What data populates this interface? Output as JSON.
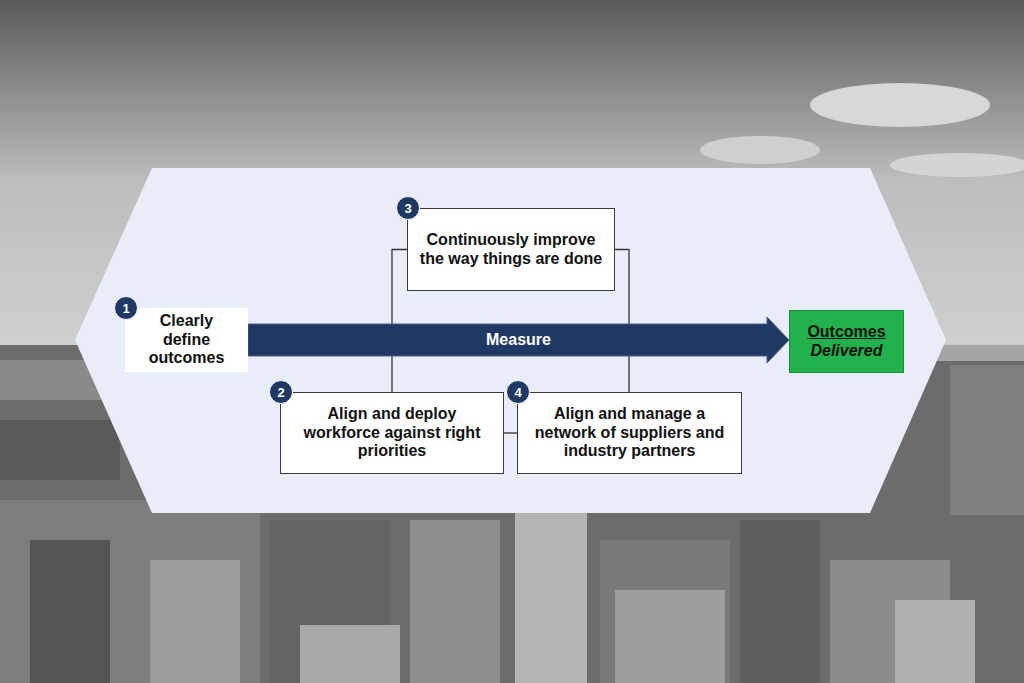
{
  "diagram": {
    "nodes": [
      {
        "text": [
          "Clearly define outcomes"
        ]
      },
      {
        "text": [
          "Align and deploy workforce against right priorities"
        ]
      },
      {
        "text": [
          "Continuously improve the way things are done"
        ]
      },
      {
        "text": [
          "Align and manage a network of suppliers and industry partners"
        ]
      },
      {
        "text": [
          "Outcomes",
          "Delivered"
        ]
      }
    ],
    "edges": [
      {
        "from": 0,
        "to": 4,
        "arrow": "to",
        "label": "Measure"
      },
      {
        "from": 2,
        "to": 1,
        "arrow": "none"
      },
      {
        "from": 2,
        "to": 3,
        "arrow": "none"
      },
      {
        "from": 1,
        "to": 3,
        "arrow": "none"
      }
    ],
    "labels": [
      "1",
      "2",
      "3",
      "4"
    ]
  }
}
